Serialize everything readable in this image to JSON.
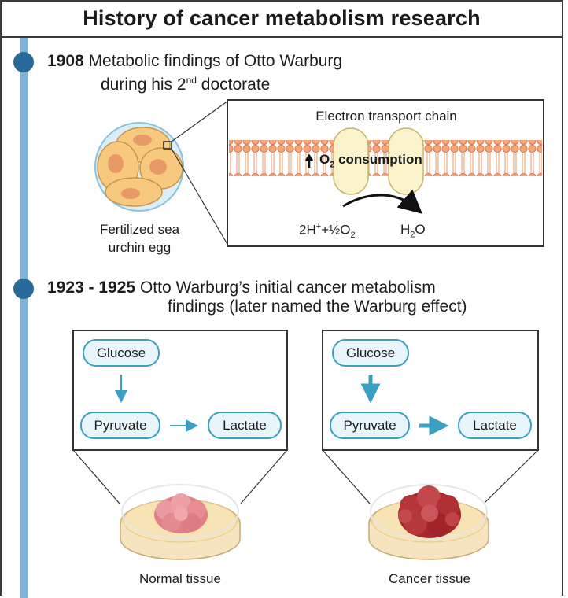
{
  "title": "History of cancer metabolism research",
  "colors": {
    "timeline": "#7fb2d8",
    "dot": "#276a98",
    "membrane": "#f4a57b",
    "channel": "#fbf3cc",
    "pill_fill": "#e8f6fb",
    "pill_stroke": "#3b9fbf",
    "normal_tissue": "#e07f86",
    "cancer_tissue": "#b02b2f"
  },
  "event1": {
    "year": "1908",
    "text_line1": "Metabolic findings of Otto Warburg",
    "text_line2": "during his 2",
    "superscript": "nd",
    "text_line2_end": " doctorate",
    "egg_caption_line1": "Fertilized sea",
    "egg_caption_line2": "urchin egg",
    "panel_title": "Electron transport chain",
    "o2_label": "O",
    "o2_sub": "2",
    "o2_rest": " consumption",
    "reaction_left": "2H",
    "reaction_left_sup": "+",
    "reaction_left_mid": "+½O",
    "reaction_left_sub": "2",
    "reaction_right": "H",
    "reaction_right_sub": "2",
    "reaction_right_end": "O"
  },
  "event2": {
    "year": "1923 - 1925",
    "text_line1": "Otto Warburg’s initial cancer metabolism",
    "text_line2": "findings (later named the Warburg effect)",
    "normal": {
      "glucose": "Glucose",
      "pyruvate": "Pyruvate",
      "lactate": "Lactate",
      "caption": "Normal tissue"
    },
    "cancer": {
      "glucose": "Glucose",
      "pyruvate": "Pyruvate",
      "lactate": "Lactate",
      "caption": "Cancer tissue"
    }
  }
}
